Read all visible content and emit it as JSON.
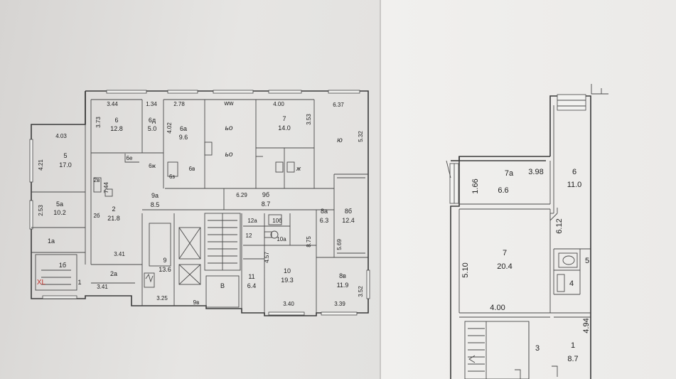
{
  "left_plan": {
    "rooms": [
      {
        "id": "room-5",
        "num": "5",
        "area": "17.0"
      },
      {
        "id": "room-5a",
        "num": "5а",
        "area": "10.2"
      },
      {
        "id": "room-1a",
        "num": "1а",
        "area": ""
      },
      {
        "id": "room-1b",
        "num": "1б",
        "area": ""
      },
      {
        "id": "room-1",
        "num": "1",
        "area": ""
      },
      {
        "id": "room-6",
        "num": "6",
        "area": "12.8"
      },
      {
        "id": "room-6d",
        "num": "6д",
        "area": "5.0"
      },
      {
        "id": "room-6a",
        "num": "6а",
        "area": "9.6"
      },
      {
        "id": "room-ww",
        "num": "ww",
        "area": ""
      },
      {
        "id": "room-7",
        "num": "7",
        "area": "14.0"
      },
      {
        "id": "room-6e",
        "num": "6е",
        "area": ""
      },
      {
        "id": "room-6zh",
        "num": "6ж",
        "area": ""
      },
      {
        "id": "room-6g",
        "num": "6з",
        "area": ""
      },
      {
        "id": "room-6v",
        "num": "6в",
        "area": ""
      },
      {
        "id": "room-2v",
        "num": "2в",
        "area": ""
      },
      {
        "id": "room-2b",
        "num": "2б",
        "area": ""
      },
      {
        "id": "room-2",
        "num": "2",
        "area": "21.8"
      },
      {
        "id": "room-9a",
        "num": "9а",
        "area": "8.5"
      },
      {
        "id": "room-9b",
        "num": "9б",
        "area": "8.7"
      },
      {
        "id": "room-8a",
        "num": "8а",
        "area": "6.3"
      },
      {
        "id": "room-8b",
        "num": "8б",
        "area": "12.4"
      },
      {
        "id": "room-12a",
        "num": "12а",
        "area": ""
      },
      {
        "id": "room-10b",
        "num": "10б",
        "area": ""
      },
      {
        "id": "room-12",
        "num": "12",
        "area": ""
      },
      {
        "id": "room-10a",
        "num": "10а",
        "area": ""
      },
      {
        "id": "room-9",
        "num": "9",
        "area": "13.6"
      },
      {
        "id": "room-11",
        "num": "11",
        "area": "6.4"
      },
      {
        "id": "room-10",
        "num": "10",
        "area": "19.3"
      },
      {
        "id": "room-8v",
        "num": "8в",
        "area": "11.9"
      },
      {
        "id": "room-2a",
        "num": "2а",
        "area": ""
      },
      {
        "id": "room-v",
        "num": "В",
        "area": ""
      },
      {
        "id": "room-9v",
        "num": "9в",
        "area": ""
      }
    ],
    "dims": [
      "3.44",
      "1.34",
      "2.78",
      "4.00",
      "6.37",
      "4.03",
      "3.73",
      "4.02",
      "3.53",
      "5.32",
      "4.21",
      "2.53",
      "7.44",
      "6.29",
      "5.69",
      "8.75",
      "4.57",
      "3.41",
      "3.41",
      "3.25",
      "3.40",
      "3.39",
      "3.52"
    ],
    "stamp": "XL",
    "handwritten": [
      "ьо",
      "ьо",
      "ю",
      "ж"
    ]
  },
  "right_plan": {
    "rooms": [
      {
        "id": "r-room-7a",
        "num": "7а",
        "area": "6.6"
      },
      {
        "id": "r-room-6",
        "num": "6",
        "area": "11.0"
      },
      {
        "id": "r-room-7",
        "num": "7",
        "area": "20.4"
      },
      {
        "id": "r-room-5",
        "num": "5",
        "area": ""
      },
      {
        "id": "r-room-4",
        "num": "4",
        "area": ""
      },
      {
        "id": "r-room-3",
        "num": "3",
        "area": ""
      },
      {
        "id": "r-room-1",
        "num": "1",
        "area": "8.7"
      }
    ],
    "dims": [
      "3.98",
      "1.66",
      "6.12",
      "5.10",
      "4.00",
      "4.94"
    ]
  },
  "colors": {
    "line": "#3b3b3b",
    "paper_left": "#e2e1df",
    "paper_right": "#efeeec",
    "stamp": "#c0302a"
  }
}
